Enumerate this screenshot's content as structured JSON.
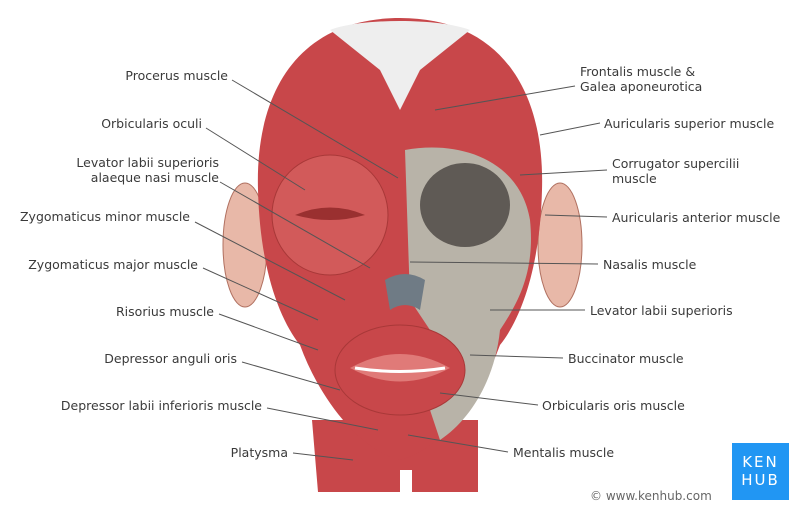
{
  "left_labels": [
    {
      "text": "Procerus muscle"
    },
    {
      "text": "Orbicularis oculi"
    },
    {
      "text": "Levator labii superioris",
      "text2": "alaeque nasi muscle"
    },
    {
      "text": "Zygomaticus minor muscle"
    },
    {
      "text": "Zygomaticus major muscle"
    },
    {
      "text": "Risorius muscle"
    },
    {
      "text": "Depressor anguli oris"
    },
    {
      "text": "Depressor labii inferioris muscle"
    },
    {
      "text": "Platysma"
    }
  ],
  "right_labels": [
    {
      "text": "Frontalis muscle &",
      "text2": "Galea aponeurotica"
    },
    {
      "text": "Auricularis superior muscle"
    },
    {
      "text": "Corrugator supercilii",
      "text2": "muscle"
    },
    {
      "text": "Auricularis anterior muscle"
    },
    {
      "text": "Nasalis muscle"
    },
    {
      "text": "Levator labii superioris"
    },
    {
      "text": "Buccinator muscle"
    },
    {
      "text": "Orbicularis oris muscle"
    },
    {
      "text": "Mentalis muscle"
    }
  ],
  "brand": {
    "line1": "KEN",
    "line2": "HUB",
    "copyright": "© www.kenhub.com",
    "color": "#2196f3"
  },
  "colors": {
    "muscle": "#c8474a",
    "muscle_light": "#e07a78",
    "bone": "#b8b3a8",
    "skin": "#e8b8a8",
    "leader": "#555555"
  }
}
